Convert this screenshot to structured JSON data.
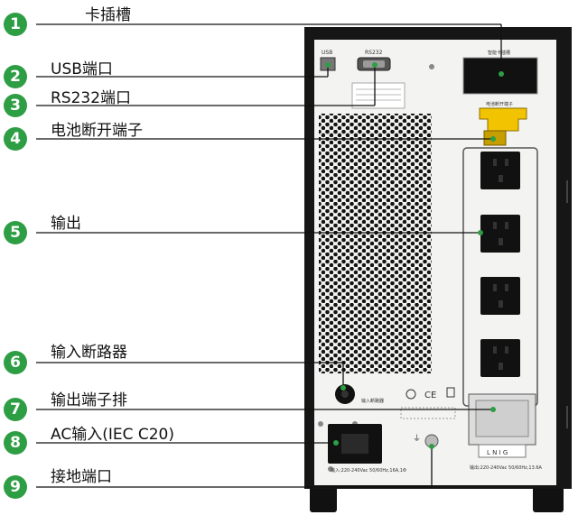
{
  "callouts": [
    {
      "number": "1",
      "label": "卡插槽"
    },
    {
      "number": "2",
      "label": "USB端口"
    },
    {
      "number": "3",
      "label": "RS232端口"
    },
    {
      "number": "4",
      "label": "电池断开端子"
    },
    {
      "number": "5",
      "label": "输出"
    },
    {
      "number": "6",
      "label": "输入断路器"
    },
    {
      "number": "7",
      "label": "输出端子排"
    },
    {
      "number": "8",
      "label": "AC输入(IEC C20)"
    },
    {
      "number": "9",
      "label": "接地端口"
    }
  ],
  "device": {
    "usb_port_label": "USB",
    "rs232_port_label": "RS232",
    "card_slot_label": "智能卡插槽",
    "battery_label": "电池断开端子",
    "breaker_label": "输入断路器",
    "input_rating_text": "输入:220-240Vac 50/60Hz,16A,1Φ",
    "output_rating_text": "输出:220-240Vac 50/60Hz,13.6A",
    "terminal_text": "L N I G",
    "ce_mark": "CE"
  },
  "colors": {
    "badge_green": "#2e9e44",
    "cabinet_black": "#161616",
    "panel_light": "#f3f3f1",
    "battery_connector_yellow": "#f2c300"
  }
}
